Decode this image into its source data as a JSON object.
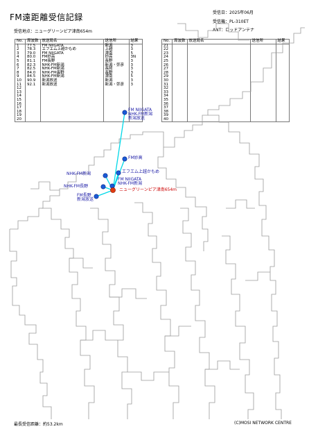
{
  "title": "FM遠距離受信記録",
  "meta": {
    "date": "受信日：2025年06月",
    "receiver": "受信機：PL-310ET",
    "antenna": "ANT：ロッドアンテナ"
  },
  "location": "受信地点：ニューグリーンピア津南654m",
  "table_headers": {
    "no": "No.",
    "freq": "周波数",
    "name": "放送局名",
    "tx": "送信所",
    "res": "結果"
  },
  "left_table": [
    {
      "no": "1",
      "freq": "77.5",
      "name": "FM NIIGATA",
      "tx": "新潟",
      "res": "3"
    },
    {
      "no": "2",
      "freq": "78.3",
      "name": "エフエム上越かもめ",
      "tx": "上越",
      "res": "3"
    },
    {
      "no": "3",
      "freq": "79.0",
      "name": "FM NIIGATA",
      "tx": "津南",
      "res": "5"
    },
    {
      "no": "4",
      "freq": "80.0",
      "name": "FM妙高",
      "tx": "妙高",
      "res": "3N"
    },
    {
      "no": "5",
      "freq": "81.1",
      "name": "FM長野",
      "tx": "長野",
      "res": "3"
    },
    {
      "no": "6",
      "freq": "82.3",
      "name": "NHK-FM新潟",
      "tx": "新潟・弥彦",
      "res": "3"
    },
    {
      "no": "7",
      "freq": "82.5",
      "name": "NHK-FM新潟",
      "tx": "長岡",
      "res": "3"
    },
    {
      "no": "8",
      "freq": "84.0",
      "name": "NHK-FM長野",
      "tx": "長野",
      "res": "3"
    },
    {
      "no": "9",
      "freq": "84.5",
      "name": "NHK-FM新潟",
      "tx": "津南",
      "res": "5"
    },
    {
      "no": "10",
      "freq": "90.9",
      "name": "新潟放送",
      "tx": "新潟",
      "res": "3"
    },
    {
      "no": "11",
      "freq": "92.1",
      "name": "新潟放送",
      "tx": "新潟・弥彦",
      "res": "3"
    },
    {
      "no": "12",
      "freq": "",
      "name": "",
      "tx": "",
      "res": ""
    },
    {
      "no": "13",
      "freq": "",
      "name": "",
      "tx": "",
      "res": ""
    },
    {
      "no": "14",
      "freq": "",
      "name": "",
      "tx": "",
      "res": ""
    },
    {
      "no": "15",
      "freq": "",
      "name": "",
      "tx": "",
      "res": ""
    },
    {
      "no": "16",
      "freq": "",
      "name": "",
      "tx": "",
      "res": ""
    },
    {
      "no": "17",
      "freq": "",
      "name": "",
      "tx": "",
      "res": ""
    },
    {
      "no": "18",
      "freq": "",
      "name": "",
      "tx": "",
      "res": ""
    },
    {
      "no": "19",
      "freq": "",
      "name": "",
      "tx": "",
      "res": ""
    },
    {
      "no": "20",
      "freq": "",
      "name": "",
      "tx": "",
      "res": ""
    }
  ],
  "right_table": [
    {
      "no": "21",
      "freq": "",
      "name": "",
      "tx": "",
      "res": ""
    },
    {
      "no": "22",
      "freq": "",
      "name": "",
      "tx": "",
      "res": ""
    },
    {
      "no": "23",
      "freq": "",
      "name": "",
      "tx": "",
      "res": ""
    },
    {
      "no": "24",
      "freq": "",
      "name": "",
      "tx": "",
      "res": ""
    },
    {
      "no": "25",
      "freq": "",
      "name": "",
      "tx": "",
      "res": ""
    },
    {
      "no": "26",
      "freq": "",
      "name": "",
      "tx": "",
      "res": ""
    },
    {
      "no": "27",
      "freq": "",
      "name": "",
      "tx": "",
      "res": ""
    },
    {
      "no": "28",
      "freq": "",
      "name": "",
      "tx": "",
      "res": ""
    },
    {
      "no": "29",
      "freq": "",
      "name": "",
      "tx": "",
      "res": ""
    },
    {
      "no": "30",
      "freq": "",
      "name": "",
      "tx": "",
      "res": ""
    },
    {
      "no": "31",
      "freq": "",
      "name": "",
      "tx": "",
      "res": ""
    },
    {
      "no": "32",
      "freq": "",
      "name": "",
      "tx": "",
      "res": ""
    },
    {
      "no": "33",
      "freq": "",
      "name": "",
      "tx": "",
      "res": ""
    },
    {
      "no": "34",
      "freq": "",
      "name": "",
      "tx": "",
      "res": ""
    },
    {
      "no": "35",
      "freq": "",
      "name": "",
      "tx": "",
      "res": ""
    },
    {
      "no": "36",
      "freq": "",
      "name": "",
      "tx": "",
      "res": ""
    },
    {
      "no": "37",
      "freq": "",
      "name": "",
      "tx": "",
      "res": ""
    },
    {
      "no": "38",
      "freq": "",
      "name": "",
      "tx": "",
      "res": ""
    },
    {
      "no": "39",
      "freq": "",
      "name": "",
      "tx": "",
      "res": ""
    },
    {
      "no": "40",
      "freq": "",
      "name": "",
      "tx": "",
      "res": ""
    }
  ],
  "map_labels": {
    "fm_niigata_niigata": "FM NIIGATA",
    "nhk_niigata_niigata": "NHK-FM新潟",
    "bsn_niigata": "新潟放送",
    "fm_myoko": "FM妙高",
    "joetsu_kamome": "エフエム上越かもめ",
    "fm_niigata_tsunan": "FM NIIGATA",
    "nhk_niigata_tsunan": "NHK-FM新潟",
    "nhk_niigata_nagaoka": "NHK-FM新潟",
    "nhk_nagano": "NHK-FM長野",
    "fm_nagano": "FM長野",
    "bsn_nagano": "新潟放送",
    "receive_point": "ニューグリーンピア津南654m"
  },
  "footer": {
    "max_distance": "最長受信距離：約53.2km",
    "credit": "(C)MOSI NETWORK CENTRE"
  },
  "colors": {
    "station": "#1a1aa6",
    "receiver": "#cc0000",
    "link": "#00d8e8"
  }
}
